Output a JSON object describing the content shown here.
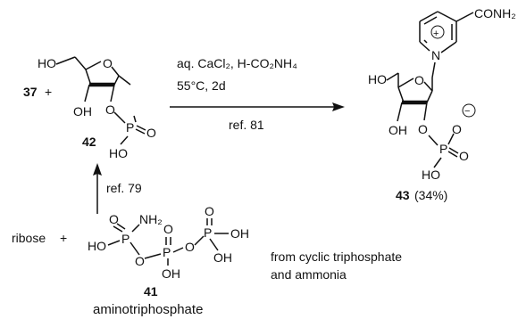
{
  "compounds": {
    "c37": {
      "number": "37",
      "plus": "+"
    },
    "c42": {
      "number": "42"
    },
    "c43": {
      "number": "43",
      "yield": "(34%)"
    },
    "c41": {
      "number": "41",
      "name": "aminotriphosphate"
    }
  },
  "reaction_main": {
    "reagents_line1": "aq. CaCl₂,  H-CO₂NH₄",
    "conditions": "55°C, 2d",
    "reference": "ref. 81"
  },
  "reaction_lower": {
    "reference": "ref. 79",
    "reactant": "ribose",
    "plus": "+",
    "origin_line1": "from cyclic triphosphate",
    "origin_line2": "and ammonia"
  },
  "atoms": {
    "ho": "HO",
    "oh": "OH",
    "o": "O",
    "p": "P",
    "nh2": "NH₂",
    "n": "N",
    "plus": "+",
    "minus": "−",
    "conh2": "CONH₂"
  }
}
